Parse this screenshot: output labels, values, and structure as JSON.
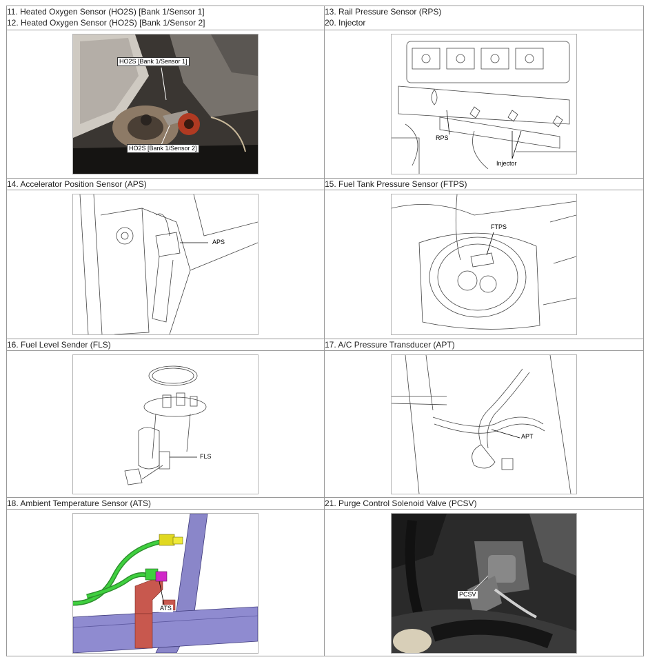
{
  "rows": [
    {
      "left": {
        "titles": [
          "11. Heated Oxygen Sensor (HO2S) [Bank 1/Sensor 1]",
          "12. Heated Oxygen Sensor (HO2S) [Bank 1/Sensor 2]"
        ],
        "callouts": [
          "HO2S [Bank 1/Sensor 1]",
          "HO2S [Bank 1/Sensor 2]"
        ]
      },
      "right": {
        "titles": [
          "13. Rail Pressure Sensor (RPS)",
          "20. Injector"
        ],
        "callouts": [
          "RPS",
          "Injector"
        ]
      }
    },
    {
      "left": {
        "titles": [
          "14. Accelerator Position Sensor (APS)"
        ],
        "callouts": [
          "APS"
        ]
      },
      "right": {
        "titles": [
          "15. Fuel Tank Pressure Sensor (FTPS)"
        ],
        "callouts": [
          "FTPS"
        ]
      }
    },
    {
      "left": {
        "titles": [
          "16. Fuel Level Sender (FLS)"
        ],
        "callouts": [
          "FLS"
        ]
      },
      "right": {
        "titles": [
          "17. A/C Pressure Transducer (APT)"
        ],
        "callouts": [
          "APT"
        ]
      }
    },
    {
      "left": {
        "titles": [
          "18. Ambient Temperature Sensor (ATS)"
        ],
        "callouts": [
          "ATS"
        ]
      },
      "right": {
        "titles": [
          "21. Purge Control Solenoid Valve (PCSV)"
        ],
        "callouts": [
          "PCSV"
        ]
      }
    }
  ]
}
